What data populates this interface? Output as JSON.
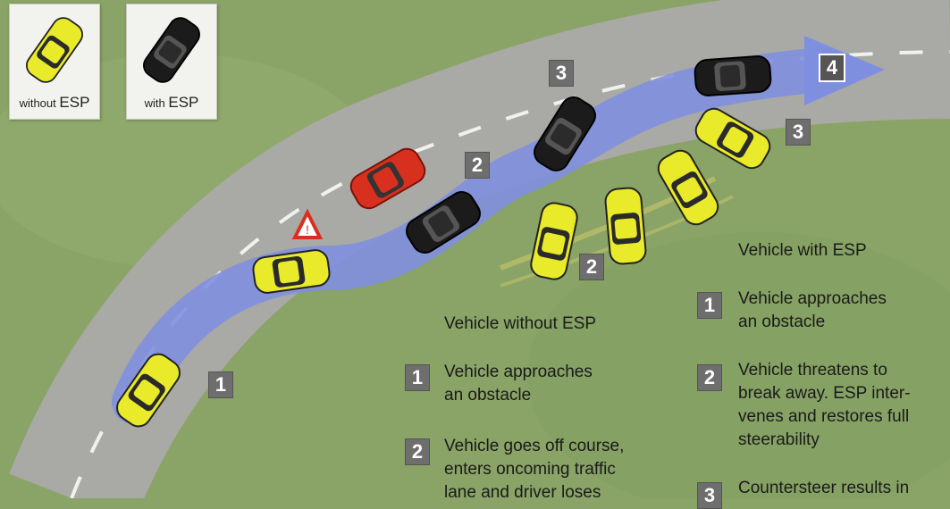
{
  "legend": {
    "without": {
      "prefix": "without",
      "suffix": "ESP"
    },
    "with": {
      "prefix": "with",
      "suffix": "ESP"
    }
  },
  "markers": {
    "m1": "1",
    "m2_black": "2",
    "m3_black": "3",
    "m4": "4",
    "m2_yellow": "2",
    "m3_yellow": "3"
  },
  "without_esp": {
    "heading": "Vehicle without ESP",
    "steps": [
      {
        "num": "1",
        "text": "Vehicle approaches\nan obstacle"
      },
      {
        "num": "2",
        "text": "Vehicle goes off course,\nenters oncoming traffic\nlane and driver loses"
      }
    ]
  },
  "with_esp": {
    "heading": "Vehicle with ESP",
    "steps": [
      {
        "num": "1",
        "text": "Vehicle approaches\nan obstacle"
      },
      {
        "num": "2",
        "text": "Vehicle threatens to\nbreak away. ESP inter-\nvenes and restores full\nsteerability"
      },
      {
        "num": "3",
        "text": "Countersteer results in"
      }
    ]
  },
  "colors": {
    "grass": "#8aa366",
    "road": "#a9a9a5",
    "path": "#7f8fe0",
    "car_yellow": "#e8ea2a",
    "car_black": "#1b1b1b",
    "car_red": "#d8301f",
    "marker": "#6e6e6e"
  }
}
